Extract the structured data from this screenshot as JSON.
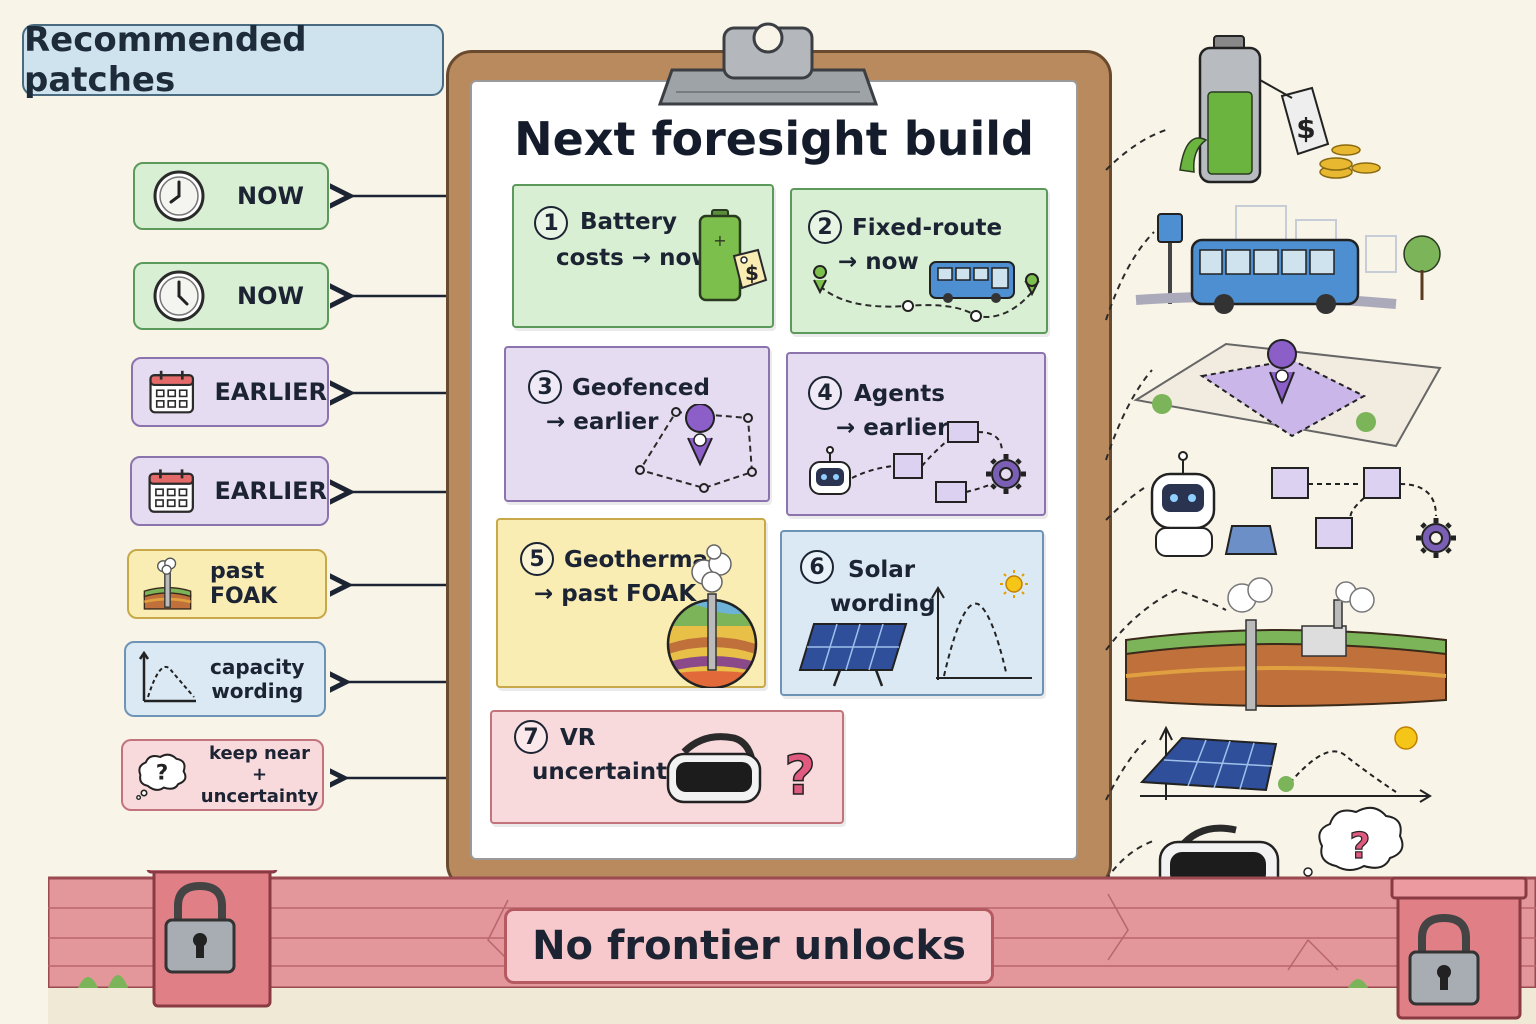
{
  "header": {
    "title": "Recommended patches"
  },
  "board": {
    "title": "Next foresight build"
  },
  "patches": [
    {
      "label": "NOW",
      "icon": "clock-icon"
    },
    {
      "label": "NOW",
      "icon": "clock-icon"
    },
    {
      "label": "EARLIER",
      "icon": "calendar-icon"
    },
    {
      "label": "EARLIER",
      "icon": "calendar-icon"
    },
    {
      "label": "past FOAK",
      "icon": "geothermal-well-icon"
    },
    {
      "label_line1": "capacity",
      "label_line2": "wording",
      "icon": "capacity-curve-icon"
    },
    {
      "label_line1": "keep near",
      "label_line2": "+ uncertainty",
      "icon": "question-bubble-icon"
    }
  ],
  "notes": [
    {
      "num": "1",
      "line1": "Battery",
      "line2": "costs → now",
      "icon": "battery-price-tag-icon"
    },
    {
      "num": "2",
      "line1": "Fixed-route",
      "line2": "→ now",
      "icon": "bus-route-icon"
    },
    {
      "num": "3",
      "line1": "Geofenced",
      "line2": "→ earlier",
      "icon": "map-pin-geofence-icon"
    },
    {
      "num": "4",
      "line1": "Agents",
      "line2": "→ earlier",
      "icon": "robot-workflow-icon"
    },
    {
      "num": "5",
      "line1": "Geothermal",
      "line2": "→ past FOAK",
      "icon": "geothermal-globe-icon"
    },
    {
      "num": "6",
      "line1": "Solar",
      "line2": "wording",
      "icon": "solar-panel-curve-icon"
    },
    {
      "num": "7",
      "line1": "VR",
      "line2": "uncertainty",
      "icon": "vr-headset-question-icon"
    }
  ],
  "footer": {
    "label": "No frontier unlocks"
  },
  "colors": {
    "green_fill": "#d9efd3",
    "green_border": "#5c9a5c",
    "purple_fill": "#e6dcf1",
    "purple_border": "#8b74ad",
    "yellow_fill": "#f9edb4",
    "yellow_border": "#c8a848",
    "blue_fill": "#dbe9f4",
    "blue_border": "#6d94b6",
    "pink_fill": "#f8d9dc",
    "pink_border": "#c2737b"
  }
}
